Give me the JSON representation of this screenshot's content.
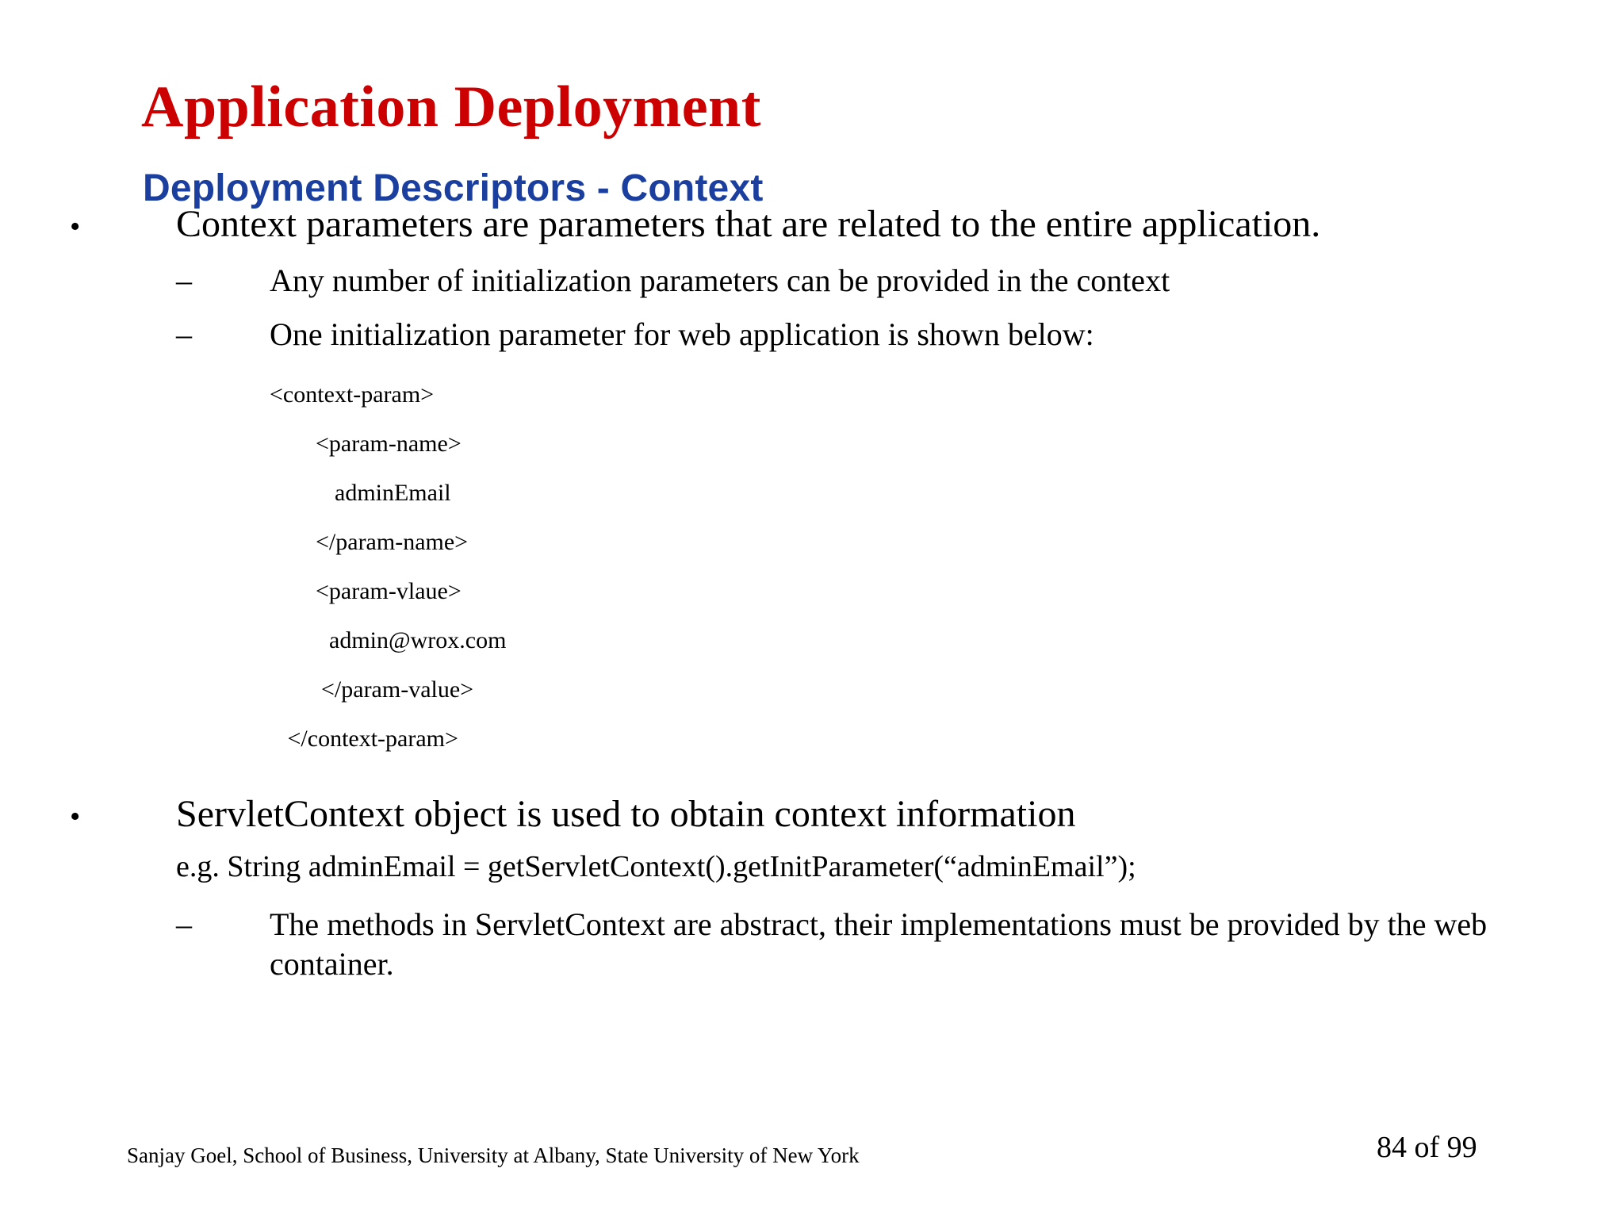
{
  "slide": {
    "title": "Application Deployment",
    "subtitle": "Deployment Descriptors - Context",
    "title_color": "#CC0000",
    "subtitle_color": "#1B3F9E",
    "background_color": "#FFFFFF",
    "bullet_glyph": "•",
    "dash_glyph": "–"
  },
  "content": {
    "bullet1": "Context parameters are parameters that are related to the entire application.",
    "sub1": "Any number of initialization parameters can be provided in the context",
    "sub2": "One initialization parameter for web application is shown below:",
    "code_lines": [
      {
        "indent": 0,
        "text": "<context-param>"
      },
      {
        "indent": 1,
        "text": "<param-name>"
      },
      {
        "indent": 2,
        "text": "adminEmail"
      },
      {
        "indent": 1,
        "text": "</param-name>"
      },
      {
        "indent": 1,
        "text": "<param-vlaue>"
      },
      {
        "indent": 2,
        "text": "admin@wrox.com"
      },
      {
        "indent": 1,
        "text": "</param-value>"
      },
      {
        "indent": 0,
        "text": " </context-param>"
      }
    ],
    "bullet2": "ServletContext object is used to obtain context information",
    "example": "e.g. String adminEmail = getServletContext().getInitParameter(“adminEmail”);",
    "sub3": "The methods in ServletContext are abstract, their implementations must be provided by the web container."
  },
  "footer": {
    "attribution": "Sanjay Goel, School of Business, University at Albany, State University of New York",
    "page_number": "84 of 99"
  }
}
